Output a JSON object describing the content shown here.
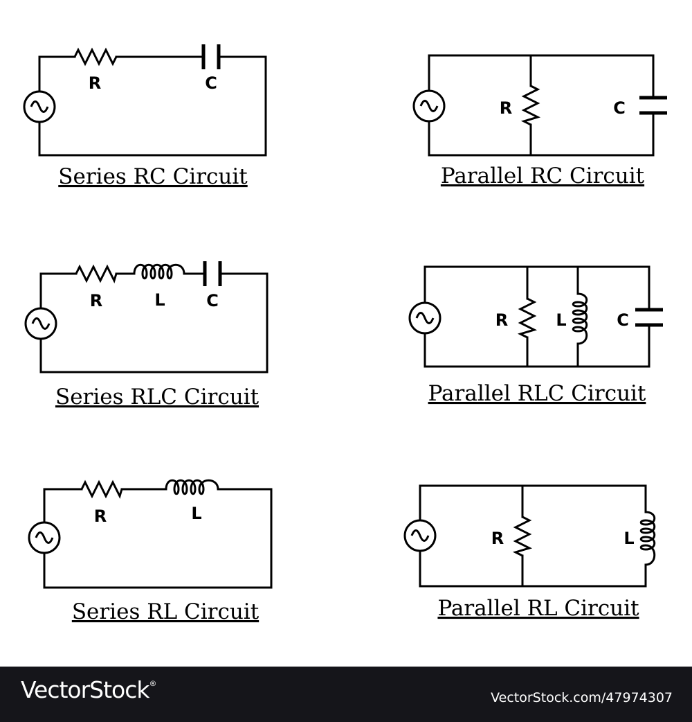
{
  "diagrams": {
    "series_rc": {
      "caption": "Series RC Circuit",
      "r": "R",
      "c": "C"
    },
    "parallel_rc": {
      "caption": "Parallel RC Circuit",
      "r": "R",
      "c": "C"
    },
    "series_rlc": {
      "caption": "Series RLC Circuit",
      "r": "R",
      "l": "L",
      "c": "C"
    },
    "parallel_rlc": {
      "caption": "Parallel RLC Circuit",
      "r": "R",
      "l": "L",
      "c": "C"
    },
    "series_rl": {
      "caption": "Series RL Circuit",
      "r": "R",
      "l": "L"
    },
    "parallel_rl": {
      "caption": "Parallel RL Circuit",
      "r": "R",
      "l": "L"
    }
  },
  "footer": {
    "brand": "VectorStock",
    "registered_mark": "®",
    "url": "VectorStock.com/47974307",
    "background": "#15151a",
    "text_color": "#ffffff"
  },
  "icons": [
    "ac-source-icon",
    "resistor-icon",
    "inductor-icon",
    "capacitor-icon"
  ]
}
